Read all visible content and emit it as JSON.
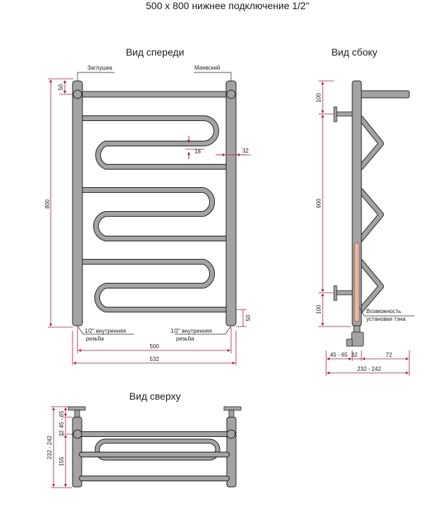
{
  "title": "500 x 800 нижнее подключение 1/2\"",
  "views": {
    "front": {
      "title": "Вид спереди",
      "label_plug": "Заглушка",
      "label_valve": "Маевский",
      "label_thread_left_1": "1/2\" внутренняя",
      "label_thread_left_2": "резьба",
      "label_thread_right_1": "1/2\" внутренняя",
      "label_thread_right_2": "резьба",
      "dim_height": "800",
      "dim_top": "50",
      "dim_bottom": "50",
      "dim_bend": "18",
      "dim_pipe": "32",
      "dim_width_axis": "500",
      "dim_width_total": "532"
    },
    "side": {
      "title": "Вид сбоку",
      "dim_top": "100",
      "dim_middle": "600",
      "dim_bottom": "100",
      "label_heater_1": "Возможность",
      "label_heater_2": "установки тэна",
      "dim_wall": "45 - 65",
      "dim_pipe": "32",
      "dim_depth": "72",
      "dim_total": "232 - 242"
    },
    "top": {
      "title": "Вид сверху",
      "dim_wall": "45 - 65",
      "dim_a": "32",
      "dim_b": "155",
      "dim_total": "232 - 242"
    }
  },
  "colors": {
    "dimension": "#c8102e",
    "heater": "#e3b9a6",
    "tube_outline": "#222222",
    "tube_fill": "#a3a3a3"
  }
}
